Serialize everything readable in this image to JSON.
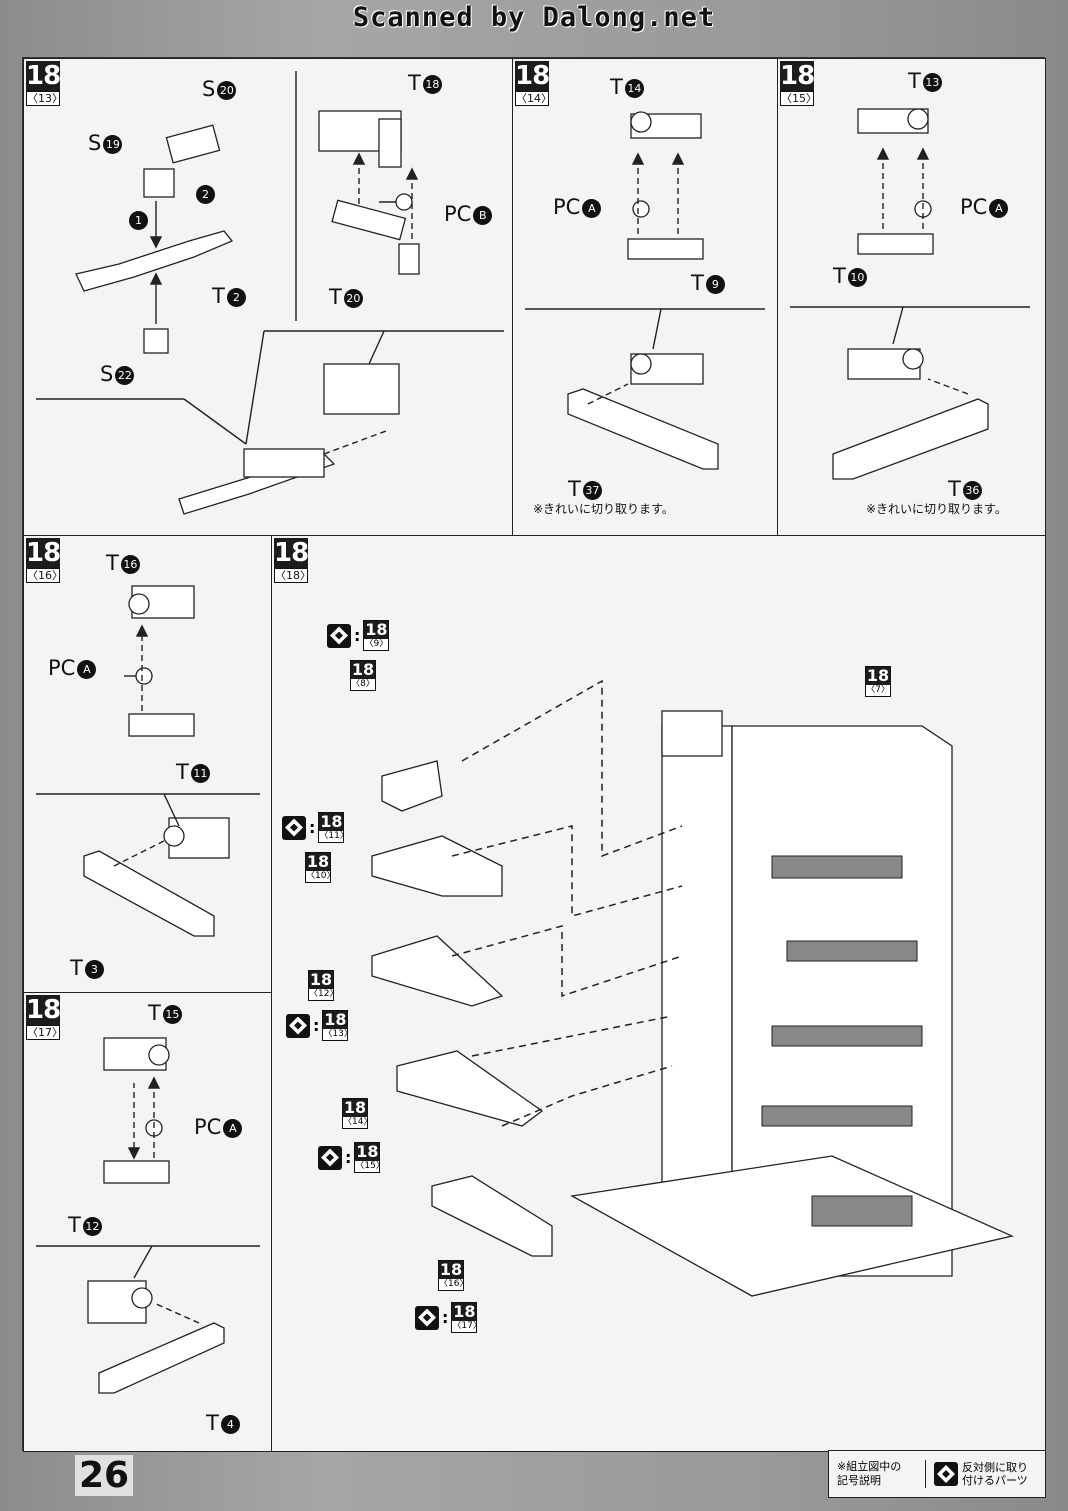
{
  "header": {
    "scan_credit": "Scanned by Dalong.net"
  },
  "footer": {
    "page_number": "26",
    "legend_title_line1": "※組立図中の",
    "legend_title_line2": "記号説明",
    "legend_item_line1": "反対側に取り",
    "legend_item_line2": "付けるパーツ",
    "legend_icon": "mirror-side-icon"
  },
  "steps": {
    "s13": {
      "num": "18",
      "sub": "〈13〉",
      "labels": {
        "s20": "S",
        "s20c": "20",
        "s19": "S",
        "s19c": "19",
        "t2": "T",
        "t2c": "2",
        "s22": "S",
        "s22c": "22",
        "n1": "1",
        "n2": "2"
      }
    },
    "s_t18": {
      "labels": {
        "t18": "T",
        "t18c": "18",
        "pcb": "PC",
        "pcbc": "B",
        "t20": "T",
        "t20c": "20"
      }
    },
    "s14": {
      "num": "18",
      "sub": "〈14〉",
      "labels": {
        "t14": "T",
        "t14c": "14",
        "pca": "PC",
        "pcac": "A",
        "t9": "T",
        "t9c": "9",
        "t37": "T",
        "t37c": "37"
      },
      "note": "※きれいに切り取ります。"
    },
    "s15": {
      "num": "18",
      "sub": "〈15〉",
      "labels": {
        "t13": "T",
        "t13c": "13",
        "pca": "PC",
        "pcac": "A",
        "t10": "T",
        "t10c": "10",
        "t36": "T",
        "t36c": "36"
      },
      "note": "※きれいに切り取ります。"
    },
    "s16": {
      "num": "18",
      "sub": "〈16〉",
      "labels": {
        "t16": "T",
        "t16c": "16",
        "pca": "PC",
        "pcac": "A",
        "t11": "T",
        "t11c": "11",
        "t3": "T",
        "t3c": "3"
      }
    },
    "s17": {
      "num": "18",
      "sub": "〈17〉",
      "labels": {
        "t15": "T",
        "t15c": "15",
        "pca": "PC",
        "pcac": "A",
        "t12": "T",
        "t12c": "12",
        "t4": "T",
        "t4c": "4"
      }
    },
    "s18": {
      "num": "18",
      "sub": "〈18〉",
      "refs": [
        {
          "num": "18",
          "sub": "〈9〉",
          "mirror": true
        },
        {
          "num": "18",
          "sub": "〈8〉",
          "mirror": false
        },
        {
          "num": "18",
          "sub": "〈11〉",
          "mirror": true
        },
        {
          "num": "18",
          "sub": "〈10〉",
          "mirror": false
        },
        {
          "num": "18",
          "sub": "〈12〉",
          "mirror": false
        },
        {
          "num": "18",
          "sub": "〈13〉",
          "mirror": true
        },
        {
          "num": "18",
          "sub": "〈14〉",
          "mirror": false
        },
        {
          "num": "18",
          "sub": "〈15〉",
          "mirror": true
        },
        {
          "num": "18",
          "sub": "〈16〉",
          "mirror": false
        },
        {
          "num": "18",
          "sub": "〈17〉",
          "mirror": true
        },
        {
          "num": "18",
          "sub": "〈7〉",
          "mirror": false
        }
      ]
    }
  }
}
